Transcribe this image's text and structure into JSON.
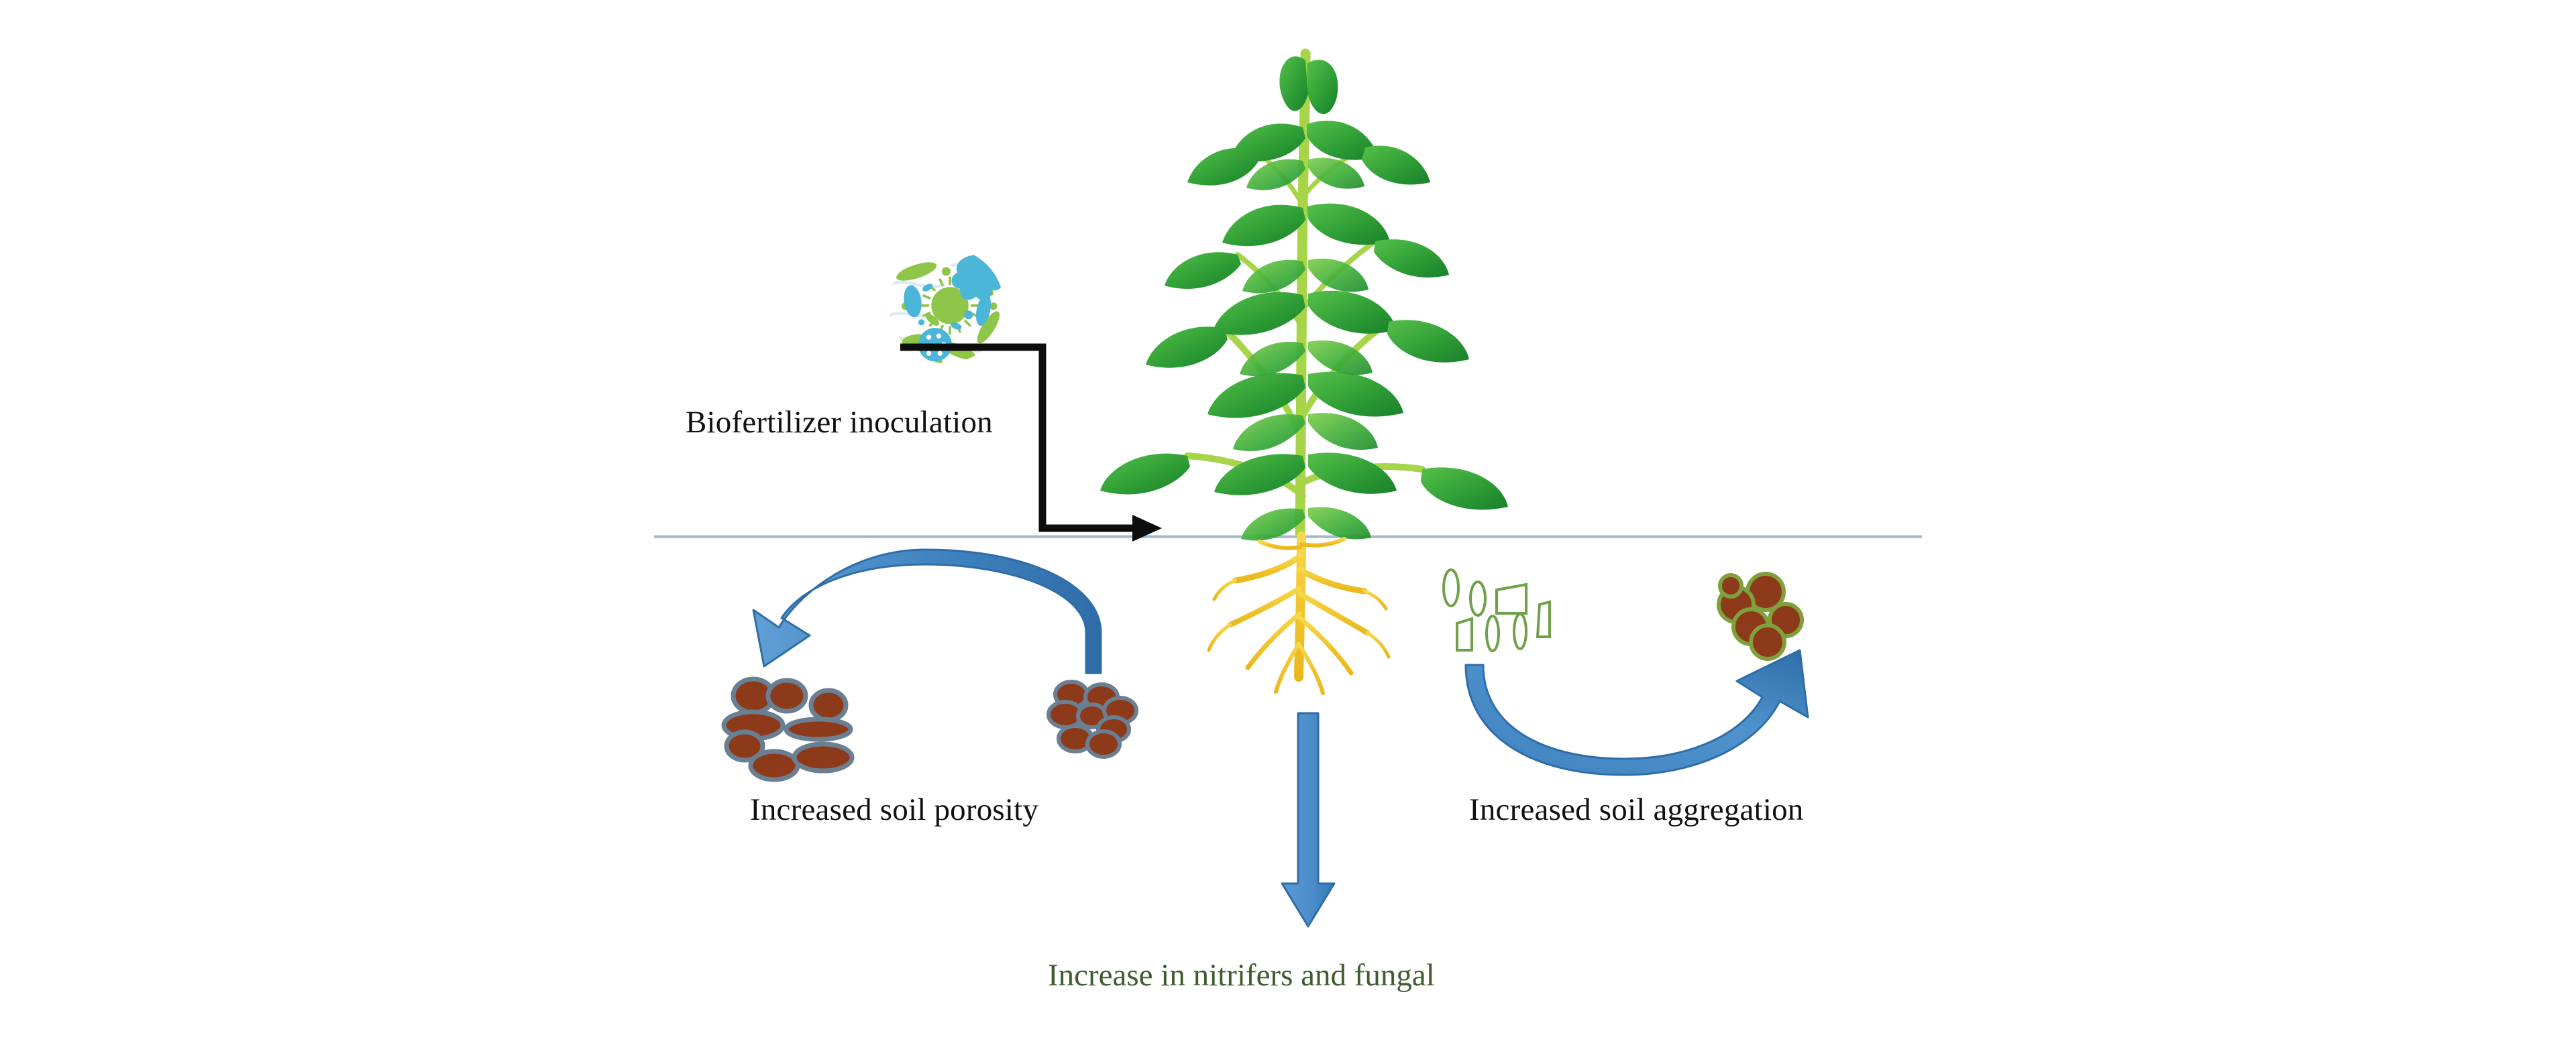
{
  "figure": {
    "type": "conceptual-diagram",
    "subject": "Effect of biofertilizer inoculation on soil properties and microbial community",
    "background_color": "#ffffff"
  },
  "labels": {
    "biofertilizer": "Biofertilizer inoculation",
    "porosity": "Increased soil porosity",
    "aggregation": "Increased soil aggregation",
    "nitrifiers": "Increase in nitrifers and fungal"
  },
  "colors": {
    "text_black": "#111111",
    "text_green": "#3f5c2f",
    "arrow_blue": "#3f7fbf",
    "arrow_blue_light": "#5b9bd5",
    "arrow_blue_dark": "#2e6da4",
    "soil_line": "#9db5c9",
    "soil_particle_brown": "#8c3a1a",
    "soil_particle_outline_gray": "#6b7f92",
    "soil_particle_outline_green": "#7fa03c",
    "particle_outline_green": "#6fa04a",
    "plant_leaf": "#3ca636",
    "plant_leaf_dark": "#1f8a2e",
    "plant_stem": "#a8d44a",
    "root_yellow": "#f2c52e",
    "microbe_blue": "#4cb6d9",
    "microbe_green": "#8fc64a",
    "elbow_arrow_black": "#0d0d0d"
  },
  "elements": {
    "microbe_disc": {
      "name": "biofertilizer-microbe-disc",
      "description": "circular cluster of blue and green microbe shapes"
    },
    "elbow_arrow": {
      "name": "biofertilizer-elbow-arrow",
      "description": "black right-angle arrow from microbe disc to soil surface near plant base"
    },
    "plant": {
      "name": "plant-illustration",
      "description": "leafy green shoot above soil with yellow fibrous roots below"
    },
    "left_curved_arrow": {
      "name": "porosity-curved-arrow",
      "description": "blue arc arrow from aggregated particles to dispersed particles, pointing left"
    },
    "right_curved_arrow": {
      "name": "aggregation-curved-arrow",
      "description": "blue U-shaped arrow from dispersed particles to aggregated particles, pointing up-right"
    },
    "down_arrow": {
      "name": "nitrifiers-down-arrow",
      "description": "blue vertical arrow from root zone down to the nitrifiers caption"
    },
    "dispersed_particles": {
      "name": "dispersed-soil-particles",
      "description": "eight loose brown ellipses with gray outlines indicating high porosity"
    },
    "aggregated_particles_left": {
      "name": "aggregated-soil-particles-left",
      "description": "tight cluster of eight brown ellipses with gray outlines"
    },
    "unaggregated_particles_right": {
      "name": "unaggregated-soil-particles-right",
      "description": "green-outlined hollow ellipses and quadrilaterals"
    },
    "aggregated_particles_right": {
      "name": "aggregated-soil-particles-right",
      "description": "tight cluster of six brown circles with green outlines"
    }
  }
}
